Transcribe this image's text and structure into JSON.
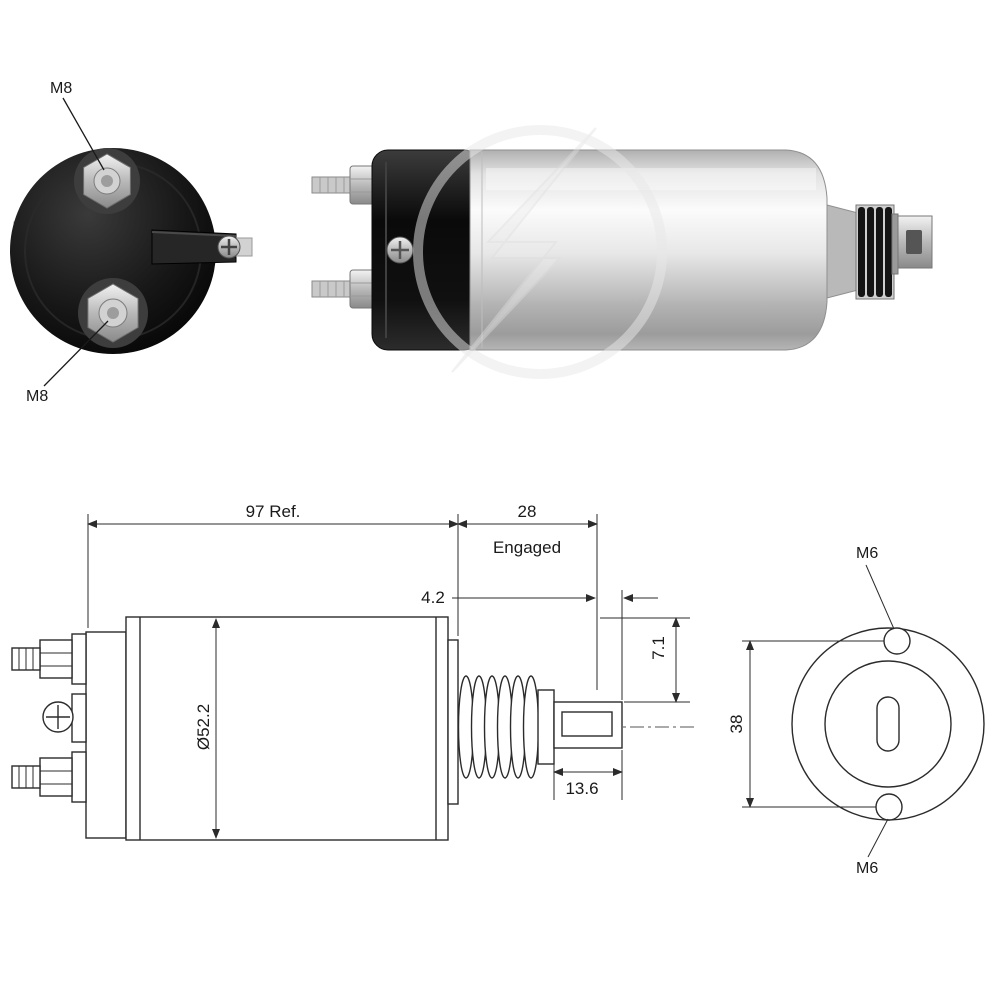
{
  "photo": {
    "front_view": {
      "label_top_terminal": "M8",
      "label_bottom_terminal": "M8"
    },
    "watermark_icon": "zm-lightning-logo"
  },
  "drawing": {
    "dimensions": {
      "body_length": "97 Ref.",
      "extension": "28",
      "state_label": "Engaged",
      "travel": "4.2",
      "rod_step": "7.1",
      "body_diameter": "Ø52.2",
      "rod_length": "13.6",
      "hole_spacing": "38",
      "rear_hole_top": "M6",
      "rear_hole_bottom": "M6"
    }
  },
  "colors": {
    "line": "#2b2b2b",
    "metal_light": "#ececec",
    "metal_dark": "#8f8f8f",
    "cap_black": "#101010"
  }
}
